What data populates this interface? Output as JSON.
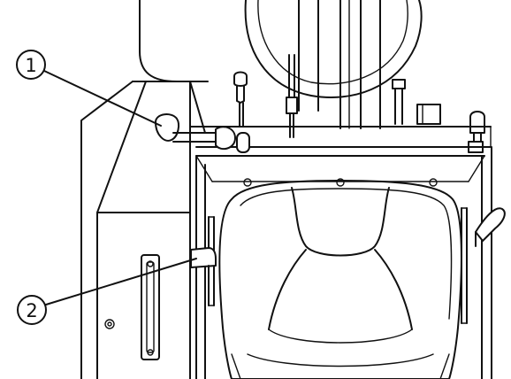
{
  "callouts": [
    {
      "id": "1",
      "label": "1"
    },
    {
      "id": "2",
      "label": "2"
    }
  ],
  "colors": {
    "line": "#111111",
    "background": "#ffffff"
  }
}
